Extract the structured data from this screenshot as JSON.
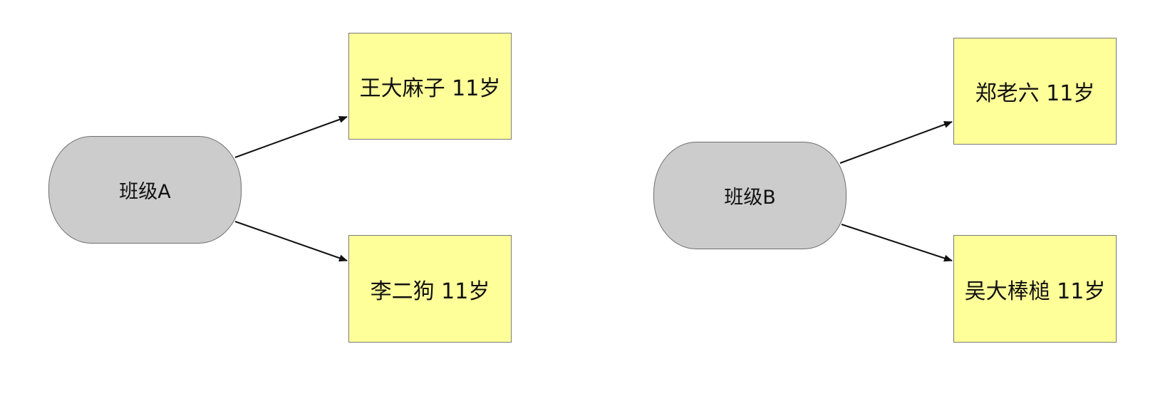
{
  "diagram": {
    "groups": [
      {
        "id": "A",
        "label": "班级A",
        "students": [
          {
            "label": "王大麻子 11岁"
          },
          {
            "label": "李二狗 11岁"
          }
        ]
      },
      {
        "id": "B",
        "label": "班级B",
        "students": [
          {
            "label": "郑老六 11岁"
          },
          {
            "label": "吴大棒槌 11岁"
          }
        ]
      }
    ],
    "colors": {
      "group_fill": "#cccccc",
      "group_stroke": "#6e6e6e",
      "student_fill": "#ffff99",
      "student_stroke": "#7a7a7a",
      "edge": "#111111"
    }
  }
}
